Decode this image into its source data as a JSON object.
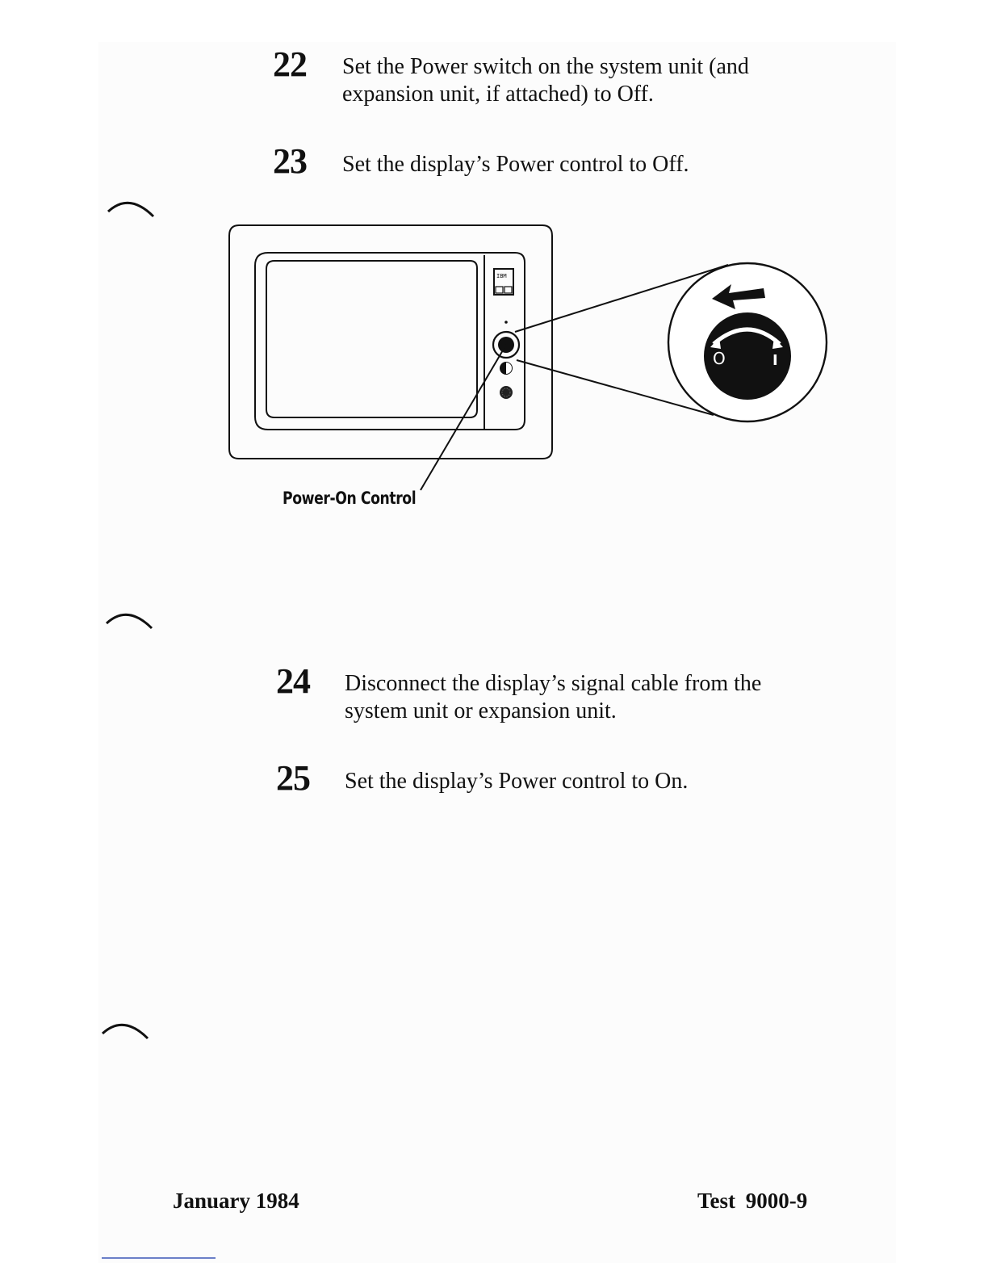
{
  "steps": [
    {
      "number": "22",
      "text": "Set the Power switch on the system unit (and expansion unit, if attached) to Off."
    },
    {
      "number": "23",
      "text": "Set the display’s Power control to Off."
    },
    {
      "number": "24",
      "text": "Disconnect the display’s signal cable from the system unit or expansion unit."
    },
    {
      "number": "25",
      "text": "Set the display’s Power control to On."
    }
  ],
  "figure": {
    "callout_label": "Power-On Control",
    "badge_text": "IBM",
    "zoom_off_symbol": "O",
    "zoom_on_symbol": "I"
  },
  "footer": {
    "date": "January 1984",
    "test_id": "Test 9000-9"
  }
}
